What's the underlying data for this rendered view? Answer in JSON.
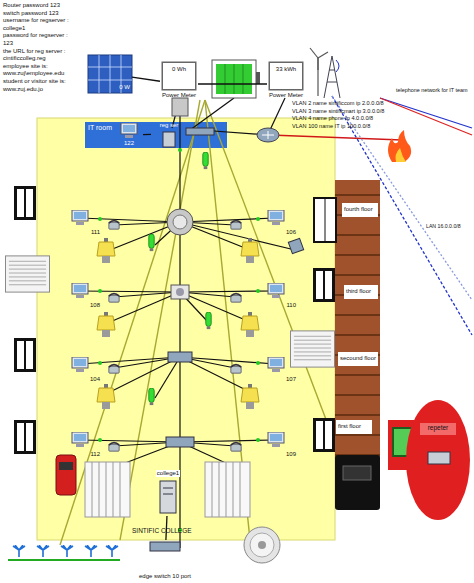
{
  "diagram": {
    "nodes": [
      {
        "text": [
          "0 W"
        ]
      },
      {
        "text": [
          "0 Wh",
          "Power Meter"
        ]
      },
      {
        "text": [
          "33 kWh",
          "Power Meter"
        ]
      },
      {
        "text": [
          "IT room"
        ]
      },
      {
        "text": [
          "122"
        ],
        "in": 3
      },
      {
        "text": [
          "reg ser"
        ],
        "in": 3
      },
      {
        "text": [
          "111"
        ]
      },
      {
        "text": [
          "106"
        ]
      },
      {
        "text": [
          "108"
        ]
      },
      {
        "text": [
          "110"
        ]
      },
      {
        "text": [
          "104"
        ]
      },
      {
        "text": [
          "107"
        ]
      },
      {
        "text": [
          "112"
        ]
      },
      {
        "text": [
          "109"
        ]
      },
      {
        "text": [
          "college1"
        ]
      },
      {
        "text": [
          "edge switch 10 port"
        ]
      },
      {
        "text": [
          "repeter"
        ]
      }
    ],
    "edges": [
      {
        "from": 0,
        "to": 1,
        "arrow": "none"
      },
      {
        "from": 1,
        "to": 2,
        "arrow": "none"
      },
      {
        "from": 4,
        "to": 5,
        "arrow": "none"
      },
      {
        "from": 14,
        "to": 15,
        "arrow": "none"
      }
    ],
    "labels": [
      "Router password 123",
      "switch password 123",
      "username for regserver :",
      "college1",
      "password for regserver :",
      "123",
      "the URL for reg server :",
      "cintificcolleg.reg",
      "employee site is:",
      "www.zuj\\employee.edu",
      "student or visitor site is:",
      "www.zuj.edu.jo",
      "VLAN 2 name sintificcom ip 2.0.0.0/8",
      "VLAN 3 name sintificmart ip 3.0.0.0/8",
      "VLAN 4 name phone ip 4.0.0.0/8",
      "VLAN 100 name IT ip 100.0.0/8",
      "telephone network for IT team",
      "LAN 16.0.0.0/8",
      "fourth floor",
      "third floor",
      "secound floor",
      "first floor",
      "SINTIFIC COLLEGE"
    ]
  }
}
